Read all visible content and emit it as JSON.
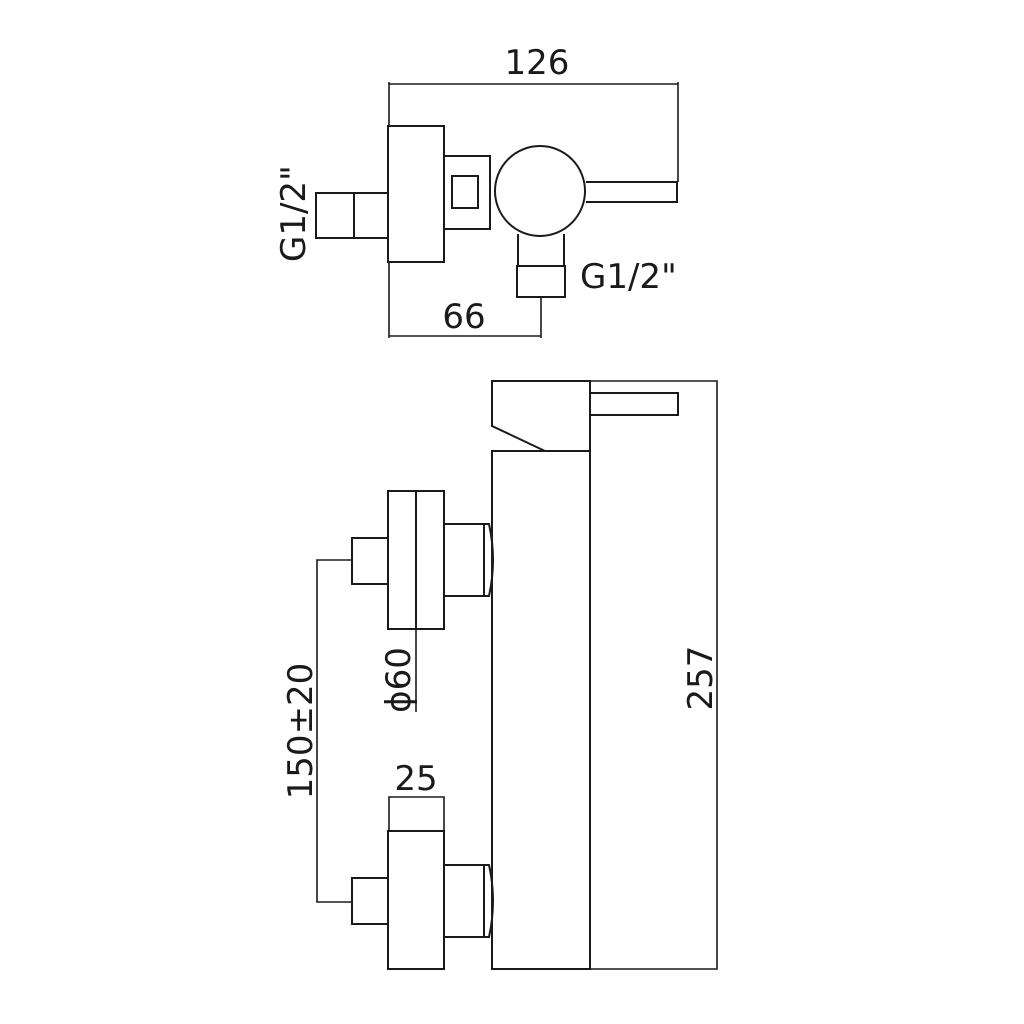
{
  "dimensions": {
    "width": "126",
    "offset": "66",
    "height": "257",
    "spacing": "150±20",
    "rosette_diameter": "ϕ60",
    "rosette_depth": "25"
  },
  "connections": {
    "inlet_side": "G1/2\"",
    "outlet": "G1/2\""
  }
}
